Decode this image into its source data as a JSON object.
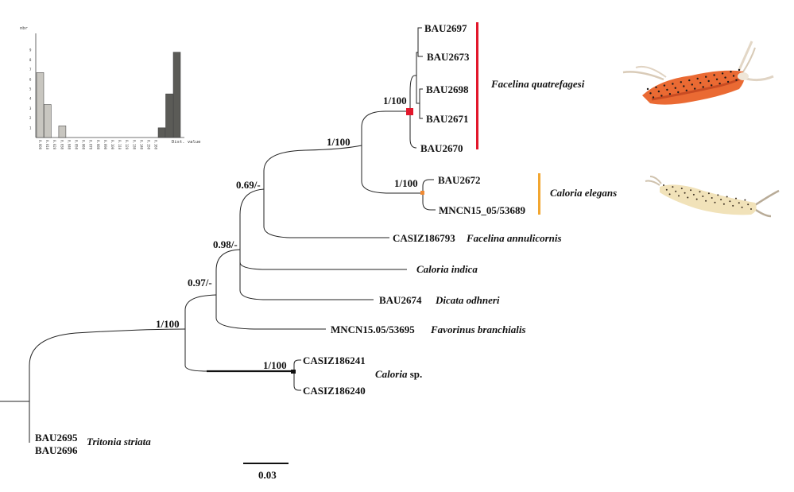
{
  "histogram": {
    "ylabel": "nbr",
    "xlabel": "Dist. value",
    "yticks": [
      "9",
      "8",
      "7",
      "6",
      "5",
      "4",
      "3",
      "2",
      "1"
    ],
    "xticks": [
      "0.000",
      "0.010",
      "0.020",
      "0.030",
      "0.040",
      "0.050",
      "0.060",
      "0.070",
      "0.080",
      "0.090",
      "0.100",
      "0.110",
      "0.120",
      "0.130",
      "0.140",
      "0.150",
      "0.160"
    ],
    "bars_light": [
      6.7,
      3.4,
      0,
      1.2
    ],
    "bars_dark": [
      1.0,
      4.5,
      8.8
    ]
  },
  "tips": {
    "bau2697": "BAU2697",
    "bau2673": "BAU2673",
    "bau2698": "BAU2698",
    "bau2671": "BAU2671",
    "bau2670": "BAU2670",
    "bau2672": "BAU2672",
    "mncn15_05_53689": "MNCN15_05/53689",
    "casiz186793": "CASIZ186793",
    "bau2674": "BAU2674",
    "mncn15_05_53695": "MNCN15.05/53695",
    "casiz186241": "CASIZ186241",
    "casiz186240": "CASIZ186240",
    "bau2695": "BAU2695",
    "bau2696": "BAU2696"
  },
  "species": {
    "facelina_quatrefagesi": "Facelina quatrefagesi",
    "caloria_elegans": "Caloria elegans",
    "facelina_annulicornis": "Facelina annulicornis",
    "caloria_indica": "Caloria indica",
    "dicata_odhneri": "Dicata odhneri",
    "favorinus_branchialis": "Favorinus branchialis",
    "caloria_sp_genus": "Caloria",
    "caloria_sp_suffix": " sp.",
    "tritonia_striata": "Tritonia striata"
  },
  "support": {
    "quatrefagesi_clade": "1/100",
    "facelina_caloria_clade": "1/100",
    "elegans_clade": "1/100",
    "node_069": "0.69/-",
    "node_098": "0.98/-",
    "node_097": "0.97/-",
    "ingroup": "1/100",
    "caloria_sp_clade": "1/100"
  },
  "scale_bar": "0.03",
  "colors": {
    "quatrefagesi_bar": "#e2172b",
    "elegans_bar": "#f2a630",
    "quatrefagesi_node": "#e2172b",
    "elegans_node": "#f08a32",
    "hist_light": "#c8c6c0",
    "hist_dark": "#5b5b57"
  }
}
